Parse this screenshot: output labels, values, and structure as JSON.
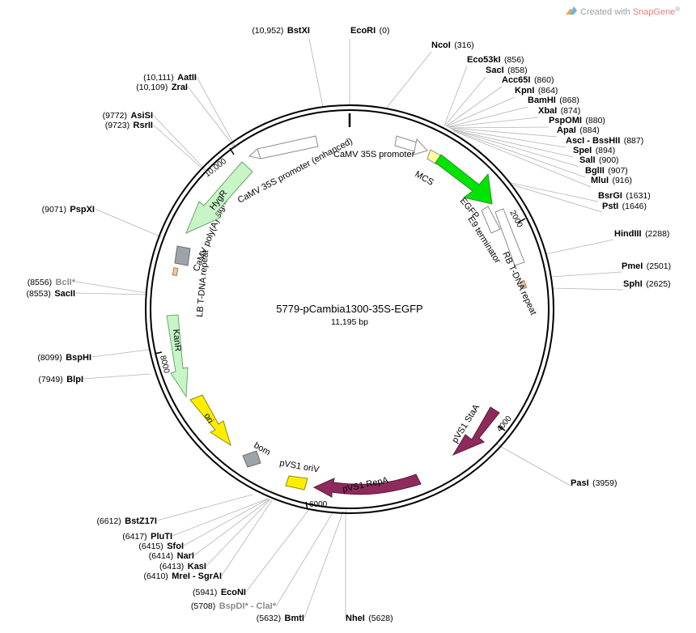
{
  "app": {
    "credit_prefix": "Created with ",
    "credit_brand": "SnapGene",
    "credit_mark": "®",
    "brand_color": "#ef7a7a"
  },
  "plasmid": {
    "name": "5779-pCambia1300-35S-EGFP",
    "size_label": "11,195 bp",
    "length": 11195
  },
  "ticks": [
    {
      "label": "2000",
      "bp": 2000
    },
    {
      "label": "4000",
      "bp": 4000
    },
    {
      "label": "6000",
      "bp": 6000
    },
    {
      "label": "8000",
      "bp": 8000
    },
    {
      "label": "10,000",
      "bp": 10000
    }
  ],
  "features": [
    {
      "label": "CaMV 35S promoter (enhanced)",
      "color": "#ffffff",
      "stroke": "#8c8c8c"
    },
    {
      "label": "CaMV 35S promoter",
      "color": "#ffffff",
      "stroke": "#8c8c8c"
    },
    {
      "label": "MCS",
      "color": "#ffffa0",
      "stroke": "#8c8c8c"
    },
    {
      "label": "EGFP",
      "color": "#00e400",
      "stroke": "#3a8a3a"
    },
    {
      "label": "E9 terminator",
      "color": "#ffffff",
      "stroke": "#8c8c8c"
    },
    {
      "label": "RB T-DNA repeat",
      "color": "#f2c9a4",
      "stroke": "#a07858"
    },
    {
      "label": "pVS1 StaA",
      "color": "#8f2a5c",
      "stroke": "#5a1a3a"
    },
    {
      "label": "pVS1 RepA",
      "color": "#8f2a5c",
      "stroke": "#5a1a3a"
    },
    {
      "label": "pVS1 oriV",
      "color": "#ffee00",
      "stroke": "#8c8c00"
    },
    {
      "label": "bom",
      "color": "#9ea3a8",
      "stroke": "#6a6e72"
    },
    {
      "label": "ori",
      "color": "#ffee00",
      "stroke": "#8c8c00"
    },
    {
      "label": "KanR",
      "color": "#c8f5c8",
      "stroke": "#6aa86a"
    },
    {
      "label": "LB T-DNA repeat",
      "color": "#f2c9a4",
      "stroke": "#a07858"
    },
    {
      "label": "CaMV poly(A) signal",
      "color": "#9ea3a8",
      "stroke": "#6a6e72"
    },
    {
      "label": "HygR",
      "color": "#c8f5c8",
      "stroke": "#6aa86a"
    }
  ],
  "sites": [
    {
      "name": "EcoRI",
      "pos": "(0)",
      "side": "right",
      "muted": false
    },
    {
      "name": "BstXI",
      "pos": "(10,952)",
      "side": "left",
      "muted": false
    },
    {
      "name": "NcoI",
      "pos": "(316)",
      "side": "right",
      "muted": false
    },
    {
      "name": "Eco53kI",
      "pos": "(856)",
      "side": "right",
      "muted": false
    },
    {
      "name": "SacI",
      "pos": "(858)",
      "side": "right",
      "muted": false
    },
    {
      "name": "Acc65I",
      "pos": "(860)",
      "side": "right",
      "muted": false
    },
    {
      "name": "KpnI",
      "pos": "(864)",
      "side": "right",
      "muted": false
    },
    {
      "name": "BamHI",
      "pos": "(868)",
      "side": "right",
      "muted": false
    },
    {
      "name": "XbaI",
      "pos": "(874)",
      "side": "right",
      "muted": false
    },
    {
      "name": "PspOMI",
      "pos": "(880)",
      "side": "right",
      "muted": false
    },
    {
      "name": "ApaI",
      "pos": "(884)",
      "side": "right",
      "muted": false
    },
    {
      "name": "AscI - BssHII",
      "pos": "(887)",
      "side": "right",
      "muted": false
    },
    {
      "name": "SpeI",
      "pos": "(894)",
      "side": "right",
      "muted": false
    },
    {
      "name": "SalI",
      "pos": "(900)",
      "side": "right",
      "muted": false
    },
    {
      "name": "BglII",
      "pos": "(907)",
      "side": "right",
      "muted": false
    },
    {
      "name": "MluI",
      "pos": "(916)",
      "side": "right",
      "muted": false
    },
    {
      "name": "BsrGI",
      "pos": "(1631)",
      "side": "right",
      "muted": false
    },
    {
      "name": "PstI",
      "pos": "(1646)",
      "side": "right",
      "muted": false
    },
    {
      "name": "HindIII",
      "pos": "(2288)",
      "side": "right",
      "muted": false
    },
    {
      "name": "PmeI",
      "pos": "(2501)",
      "side": "right",
      "muted": false
    },
    {
      "name": "SphI",
      "pos": "(2625)",
      "side": "right",
      "muted": false
    },
    {
      "name": "PasI",
      "pos": "(3959)",
      "side": "right",
      "muted": false
    },
    {
      "name": "NheI",
      "pos": "(5628)",
      "side": "right",
      "muted": false
    },
    {
      "name": "BmtI",
      "pos": "(5632)",
      "side": "left",
      "muted": false
    },
    {
      "name": "BspDI* - ClaI*",
      "pos": "(5708)",
      "side": "left",
      "muted": true
    },
    {
      "name": "EcoNI",
      "pos": "(5941)",
      "side": "left",
      "muted": false
    },
    {
      "name": "MreI - SgrAI",
      "pos": "(6410)",
      "side": "left",
      "muted": false
    },
    {
      "name": "KasI",
      "pos": "(6413)",
      "side": "left",
      "muted": false
    },
    {
      "name": "NarI",
      "pos": "(6414)",
      "side": "left",
      "muted": false
    },
    {
      "name": "SfoI",
      "pos": "(6415)",
      "side": "left",
      "muted": false
    },
    {
      "name": "PluTI",
      "pos": "(6417)",
      "side": "left",
      "muted": false
    },
    {
      "name": "BstZ17I",
      "pos": "(6612)",
      "side": "left",
      "muted": false
    },
    {
      "name": "BlpI",
      "pos": "(7949)",
      "side": "left",
      "muted": false
    },
    {
      "name": "BspHI",
      "pos": "(8099)",
      "side": "left",
      "muted": false
    },
    {
      "name": "SacII",
      "pos": "(8553)",
      "side": "left",
      "muted": false
    },
    {
      "name": "BclI*",
      "pos": "(8556)",
      "side": "left",
      "muted": true
    },
    {
      "name": "PspXI",
      "pos": "(9071)",
      "side": "left",
      "muted": false
    },
    {
      "name": "RsrII",
      "pos": "(9723)",
      "side": "left",
      "muted": false
    },
    {
      "name": "AsiSI",
      "pos": "(9772)",
      "side": "left",
      "muted": false
    },
    {
      "name": "ZraI",
      "pos": "(10,109)",
      "side": "left",
      "muted": false
    },
    {
      "name": "AatII",
      "pos": "(10,111)",
      "side": "left",
      "muted": false
    }
  ]
}
